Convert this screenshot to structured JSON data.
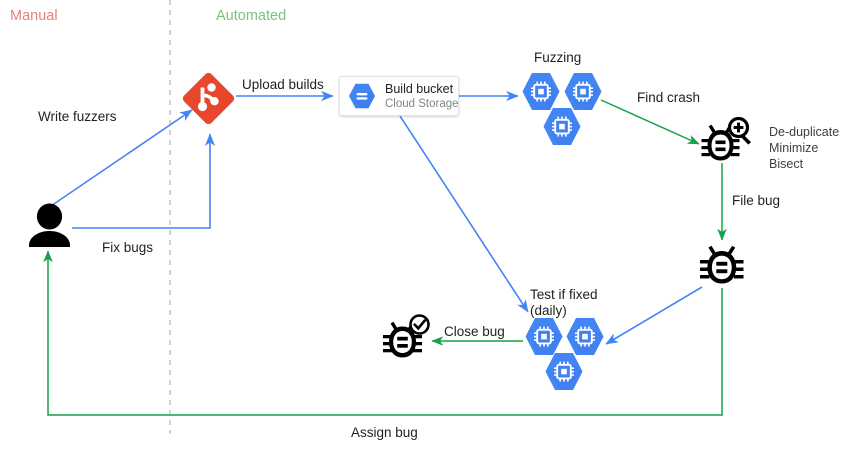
{
  "diagram": {
    "title_zones": {
      "manual": {
        "text": "Manual",
        "color": "#ea8279"
      },
      "automated": {
        "text": "Automated",
        "color": "#79c27f"
      }
    },
    "colors": {
      "blue_edge": "#4285F4",
      "green_edge": "#13A24A",
      "git_red": "#E8462D",
      "hex_blue": "#4285F4",
      "icon_black": "#000000",
      "divider": "#b0b0b0"
    },
    "nodes": {
      "developer": {
        "icon": "person-icon",
        "label": ""
      },
      "source_repo": {
        "icon": "git-branch-icon",
        "label": ""
      },
      "build_bucket": {
        "icon": "cloud-storage-icon",
        "title": "Build bucket",
        "subtitle": "Cloud Storage"
      },
      "fuzzing_cluster": {
        "icon": "compute-engine-hexagon-icon",
        "label": "Fuzzing",
        "count": 3
      },
      "crash_triage": {
        "icon": "bug-magnifier-icon",
        "notes": [
          "De-duplicate",
          "Minimize",
          "Bisect"
        ]
      },
      "filed_bug": {
        "icon": "bug-icon",
        "label": ""
      },
      "testing_cluster": {
        "icon": "compute-engine-hexagon-icon",
        "label_line1": "Test if fixed",
        "label_line2": "(daily)",
        "count": 3
      },
      "fixed_bug": {
        "icon": "bug-check-icon",
        "label": ""
      }
    },
    "edges": [
      {
        "id": "write-fuzzers",
        "label": "Write fuzzers",
        "color": "#4285F4"
      },
      {
        "id": "upload-builds",
        "label": "Upload builds",
        "color": "#4285F4"
      },
      {
        "id": "fix-bugs",
        "label": "Fix bugs",
        "color": "#4285F4"
      },
      {
        "id": "build-to-fuzzing",
        "label": "",
        "color": "#4285F4"
      },
      {
        "id": "build-to-testing",
        "label": "",
        "color": "#4285F4"
      },
      {
        "id": "find-crash",
        "label": "Find crash",
        "color": "#13A24A"
      },
      {
        "id": "file-bug",
        "label": "File bug",
        "color": "#13A24A"
      },
      {
        "id": "bug-to-testing",
        "label": "",
        "color": "#4285F4"
      },
      {
        "id": "close-bug",
        "label": "Close bug",
        "color": "#13A24A"
      },
      {
        "id": "assign-bug",
        "label": "Assign bug",
        "color": "#13A24A"
      }
    ]
  }
}
